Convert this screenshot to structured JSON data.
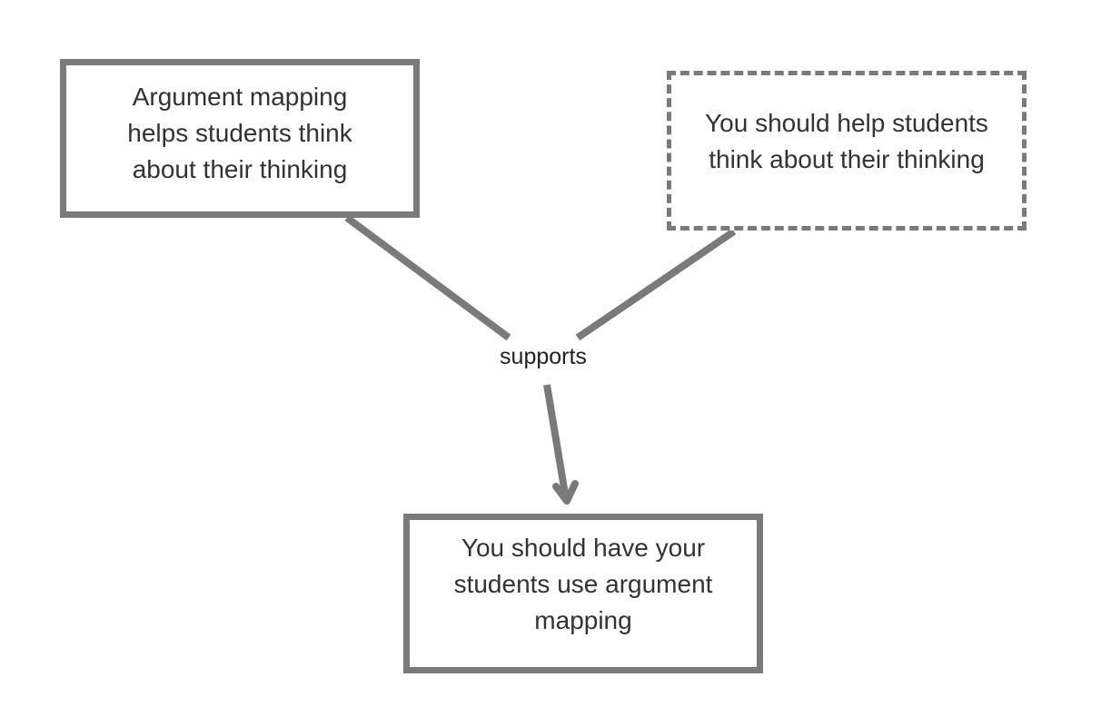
{
  "diagram": {
    "nodes": [
      {
        "id": "premise-1",
        "text": "Argument mapping helps students think about their thinking",
        "style": "solid"
      },
      {
        "id": "premise-2",
        "text": "You should help students think about their thinking",
        "style": "dashed"
      },
      {
        "id": "conclusion",
        "text": "You should have your students use argument mapping",
        "style": "solid"
      }
    ],
    "relation": {
      "label": "supports",
      "from": [
        "premise-1",
        "premise-2"
      ],
      "to": "conclusion"
    },
    "colors": {
      "stroke": "#7a7a7a",
      "text": "#333333",
      "background": "#ffffff"
    }
  }
}
